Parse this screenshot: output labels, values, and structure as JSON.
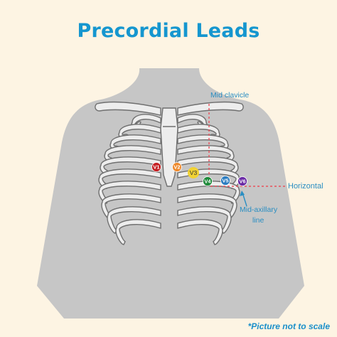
{
  "title": "Precordial Leads",
  "labels": {
    "mid_clavicle": "Mid clavicle",
    "horizontal": "Horizontal",
    "mid_axillary_line_1": "Mid-axillary",
    "mid_axillary_line_2": "line",
    "note": "*Picture not to scale"
  },
  "leads": [
    {
      "label": "V1",
      "color": "#c41f22"
    },
    {
      "label": "V2",
      "color": "#ef8a2d"
    },
    {
      "label": "V3",
      "color": "#f1d234"
    },
    {
      "label": "V4",
      "color": "#1f8a3a"
    },
    {
      "label": "V5",
      "color": "#2a7cc1"
    },
    {
      "label": "V6",
      "color": "#6a2aa5"
    }
  ],
  "colors": {
    "background": "#fdf4e3",
    "body": "#c6c6c6",
    "bone": "#ededed",
    "bone_outline": "#6f6f6f",
    "guide_line": "#e8505b",
    "accent": "#1596cf"
  }
}
